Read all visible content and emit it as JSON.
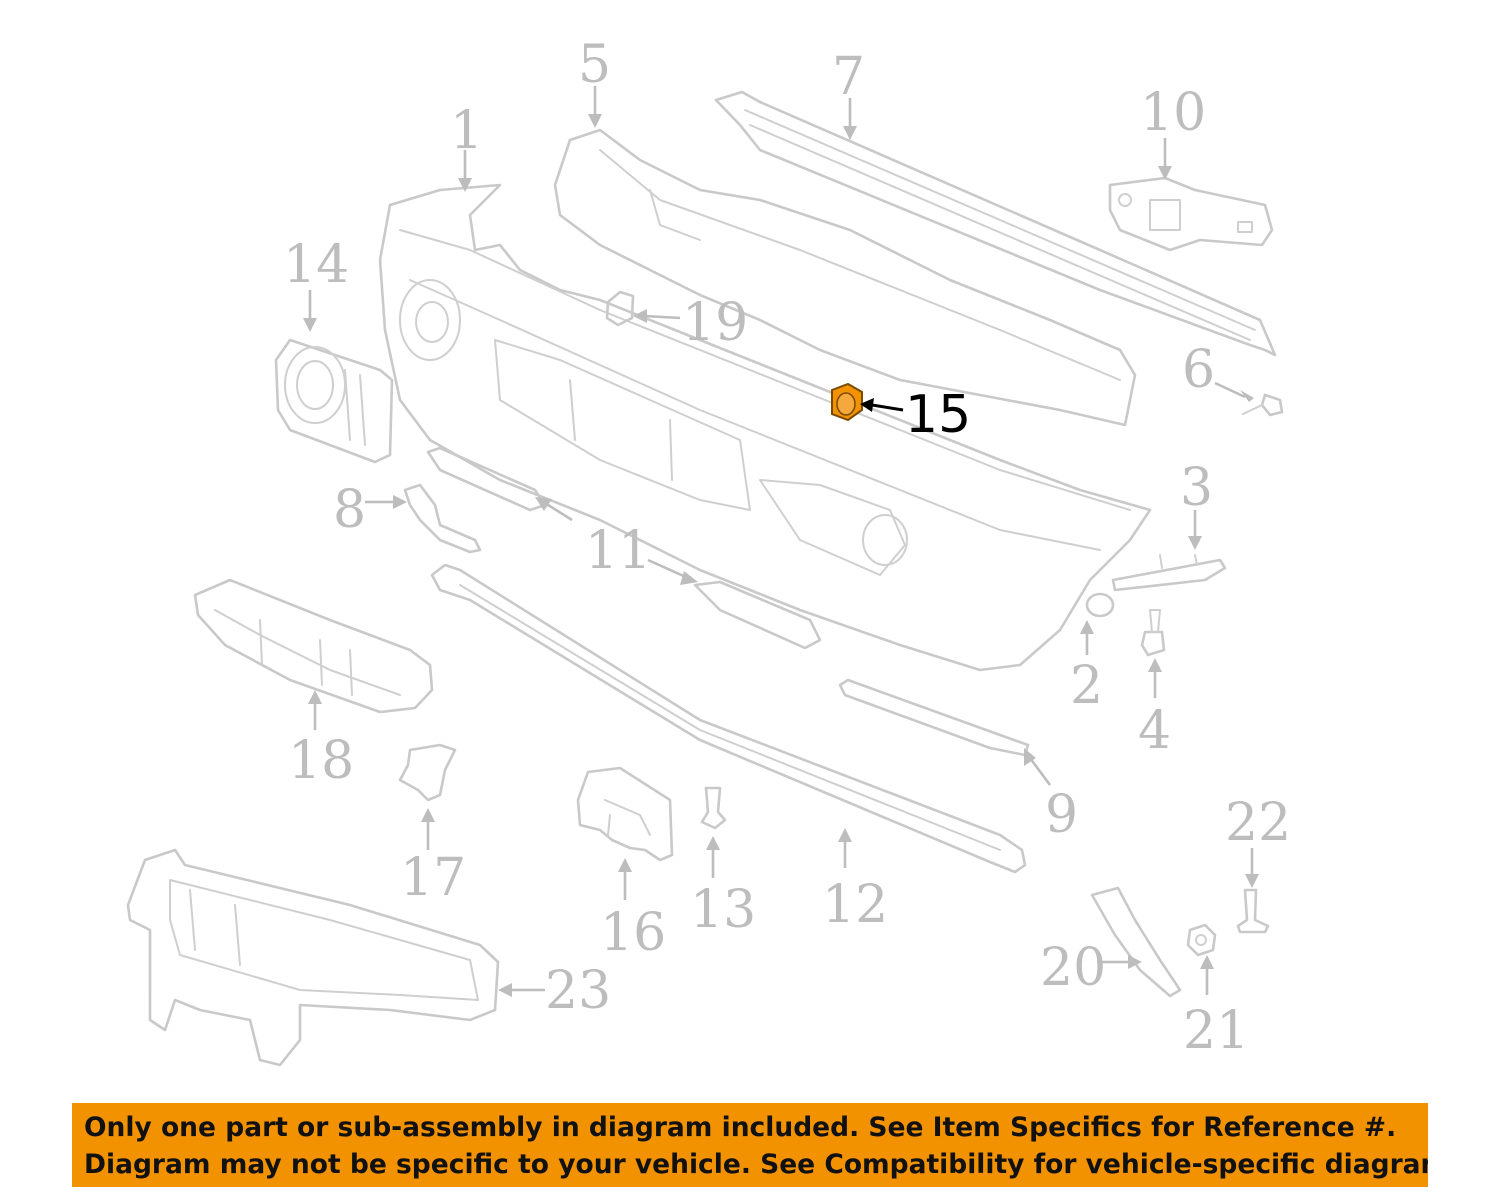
{
  "diagram": {
    "highlight_color": "#f39200",
    "line_color": "#c9c9c9",
    "callouts": {
      "c1": "1",
      "c2": "2",
      "c3": "3",
      "c4": "4",
      "c5": "5",
      "c6": "6",
      "c7": "7",
      "c8": "8",
      "c9": "9",
      "c10": "10",
      "c11": "11",
      "c12": "12",
      "c13": "13",
      "c14": "14",
      "c15": "15",
      "c16": "16",
      "c17": "17",
      "c18": "18",
      "c19": "19",
      "c20": "20",
      "c21": "21",
      "c22": "22",
      "c23": "23"
    },
    "highlighted_part": "15"
  },
  "notice": {
    "line1": "Only one part or sub-assembly in diagram included. See Item Specifics for Reference #.",
    "line2": "Diagram may not be specific to your vehicle. See Compatibility for vehicle-specific diagrams.",
    "background": "#f39200"
  }
}
